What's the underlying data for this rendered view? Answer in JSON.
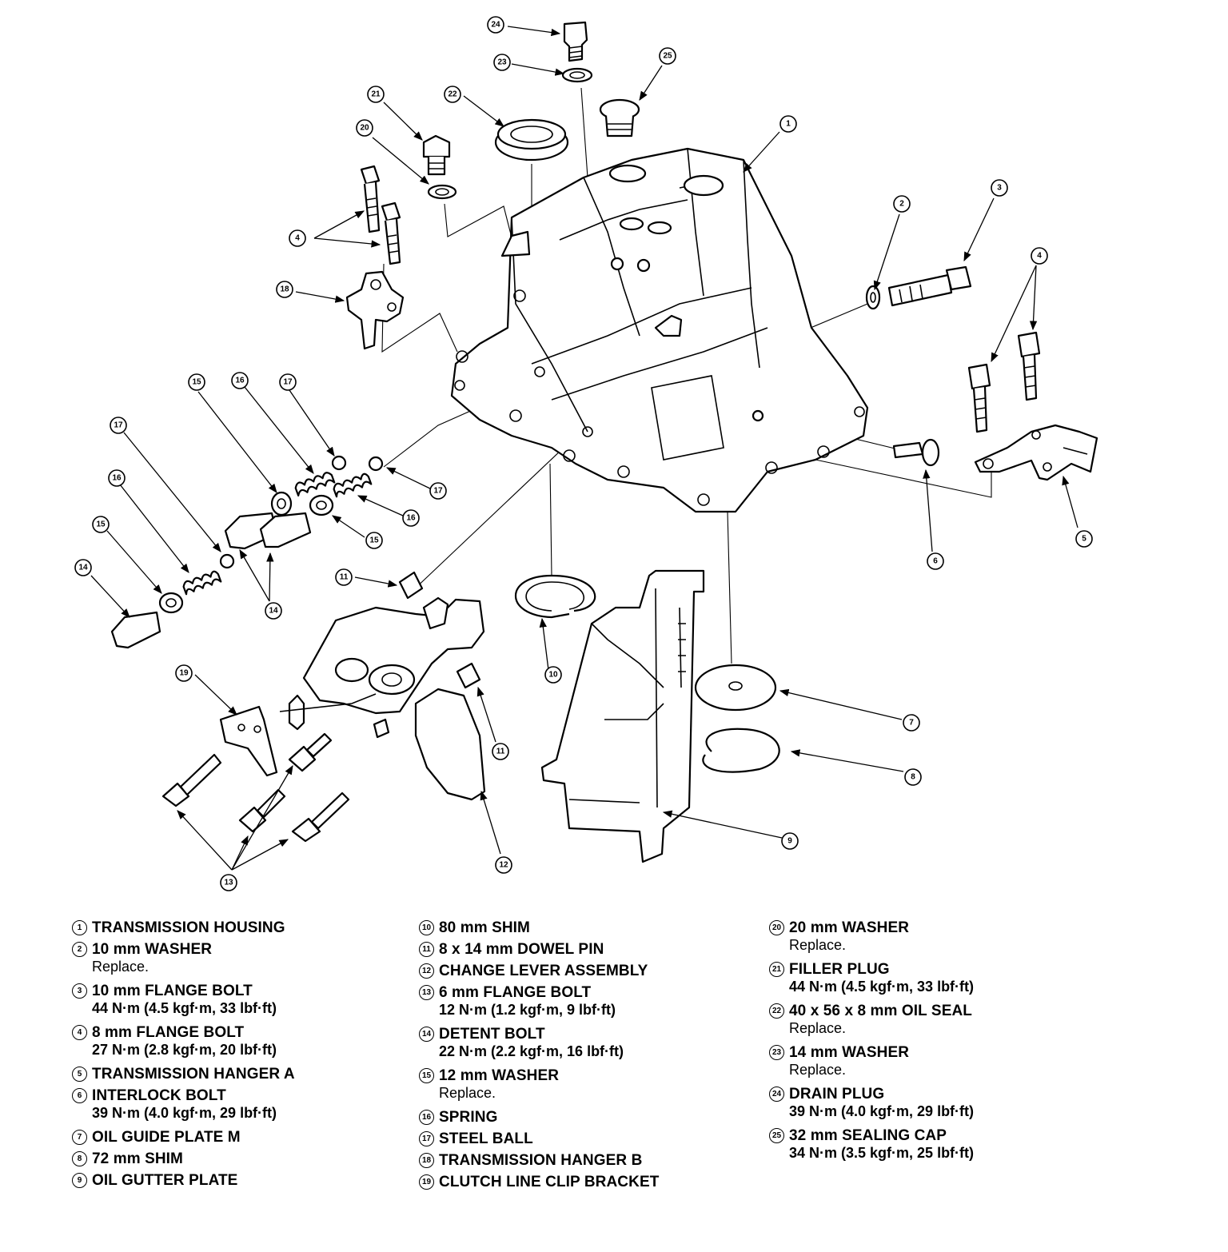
{
  "callout_glyphs": {
    "1": "1",
    "2": "2",
    "3": "3",
    "4": "4",
    "5": "5",
    "6": "6",
    "7": "7",
    "8": "8",
    "9": "9",
    "10": "10",
    "11": "11",
    "12": "12",
    "13": "13",
    "14": "14",
    "15": "15",
    "16": "16",
    "17": "17",
    "18": "18",
    "19": "19",
    "20": "20",
    "21": "21",
    "22": "22",
    "23": "23",
    "24": "24",
    "25": "25"
  },
  "legend": {
    "col1": [
      {
        "num": "1",
        "name": "TRANSMISSION HOUSING"
      },
      {
        "num": "2",
        "name": "10 mm WASHER",
        "note": "Replace."
      },
      {
        "num": "3",
        "name": "10 mm FLANGE BOLT",
        "spec": "44 N·m (4.5 kgf·m, 33 lbf·ft)"
      },
      {
        "num": "4",
        "name": "8 mm FLANGE BOLT",
        "spec": "27 N·m (2.8 kgf·m, 20 lbf·ft)"
      },
      {
        "num": "5",
        "name": "TRANSMISSION HANGER A"
      },
      {
        "num": "6",
        "name": "INTERLOCK BOLT",
        "spec": "39 N·m (4.0 kgf·m, 29 lbf·ft)"
      },
      {
        "num": "7",
        "name": "OIL GUIDE PLATE M"
      },
      {
        "num": "8",
        "name": "72 mm SHIM"
      },
      {
        "num": "9",
        "name": "OIL GUTTER PLATE"
      }
    ],
    "col2": [
      {
        "num": "10",
        "name": "80 mm SHIM"
      },
      {
        "num": "11",
        "name": "8 x 14 mm DOWEL PIN"
      },
      {
        "num": "12",
        "name": "CHANGE LEVER ASSEMBLY"
      },
      {
        "num": "13",
        "name": "6 mm FLANGE BOLT",
        "spec": "12 N·m (1.2 kgf·m, 9 lbf·ft)"
      },
      {
        "num": "14",
        "name": "DETENT BOLT",
        "spec": "22 N·m (2.2 kgf·m, 16 lbf·ft)"
      },
      {
        "num": "15",
        "name": "12 mm WASHER",
        "note": "Replace."
      },
      {
        "num": "16",
        "name": "SPRING"
      },
      {
        "num": "17",
        "name": "STEEL BALL"
      },
      {
        "num": "18",
        "name": "TRANSMISSION HANGER B"
      },
      {
        "num": "19",
        "name": "CLUTCH LINE CLIP BRACKET"
      }
    ],
    "col3": [
      {
        "num": "20",
        "name": "20 mm WASHER",
        "note": "Replace."
      },
      {
        "num": "21",
        "name": "FILLER PLUG",
        "spec": "44 N·m (4.5 kgf·m, 33 lbf·ft)"
      },
      {
        "num": "22",
        "name": "40 x 56 x 8 mm OIL SEAL",
        "note": "Replace."
      },
      {
        "num": "23",
        "name": "14 mm WASHER",
        "note": "Replace."
      },
      {
        "num": "24",
        "name": "DRAIN PLUG",
        "spec": "39 N·m (4.0 kgf·m, 29 lbf·ft)"
      },
      {
        "num": "25",
        "name": "32 mm SEALING CAP",
        "spec": "34 N·m (3.5 kgf·m, 25 lbf·ft)"
      }
    ]
  }
}
